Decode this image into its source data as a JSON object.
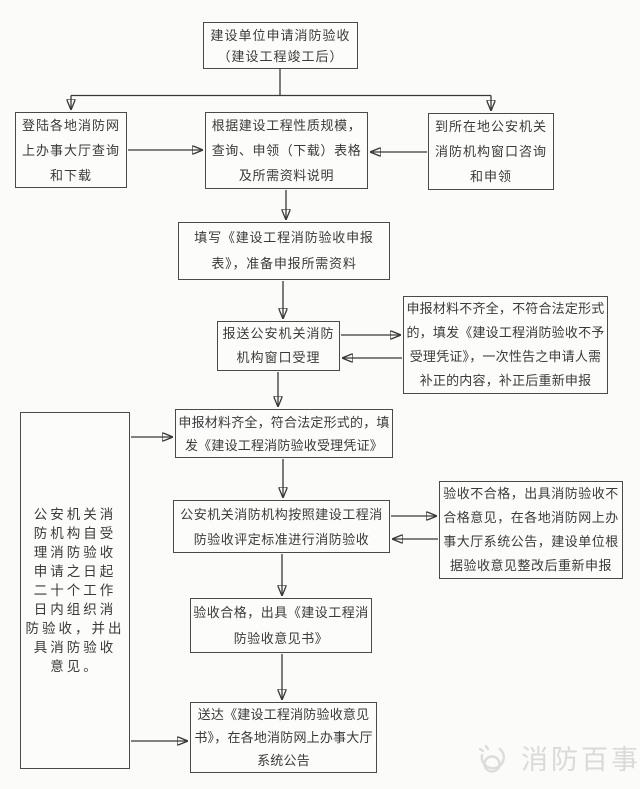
{
  "flowchart": {
    "nodes": {
      "apply": "建设单位申请消防验收\n（建设工程竣工后）",
      "login": "登陆各地消防网\n上办事大厅查询\n和下载",
      "materials": "根据建设工程性质规模，\n查询、申领（下载）表格\n及所需资料说明",
      "window": "到所在地公安机关\n消防机构窗口咨询\n和申领",
      "fill": "填写《建设工程消防验收申报\n表》，准备申报所需资料",
      "submit": "报送公安机关消防\n机构窗口受理",
      "reject": "申报材料不齐全，不符合法定形式\n的，填发《建设工程消防验收不予\n受理凭证》，一次性告之申请人需\n补正的内容，补正后重新申报",
      "accept": "申报材料齐全，符合法定形式的，填\n发《建设工程消防验收受理凭证》",
      "organize": "公安机关消\n防机构自受\n理消防验收\n申请之日起\n二十个工作\n日内组织消\n防验收，并出\n具消防验收\n意见。",
      "inspect": "公安机关消防机构按照建设工程消\n防验收评定标准进行消防验收",
      "fail": "验收不合格，出具消防验收不\n合格意见，在各地消防网上办\n事大厅系统公告，建设单位根\n据验收意见整改后重新申报",
      "pass": "验收合格，出具《建设工程消\n防验收意见书》",
      "deliver": "送达《建设工程消防验收意见\n书》，在各地消防网上办事大厅\n系统公告"
    },
    "colors": {
      "box_border": "#4a4a4a",
      "line": "#383838",
      "text": "#3a3a3a",
      "background": "#fbfbfa",
      "watermark": "#dadada"
    }
  },
  "watermark": {
    "label": "消防百事通"
  }
}
